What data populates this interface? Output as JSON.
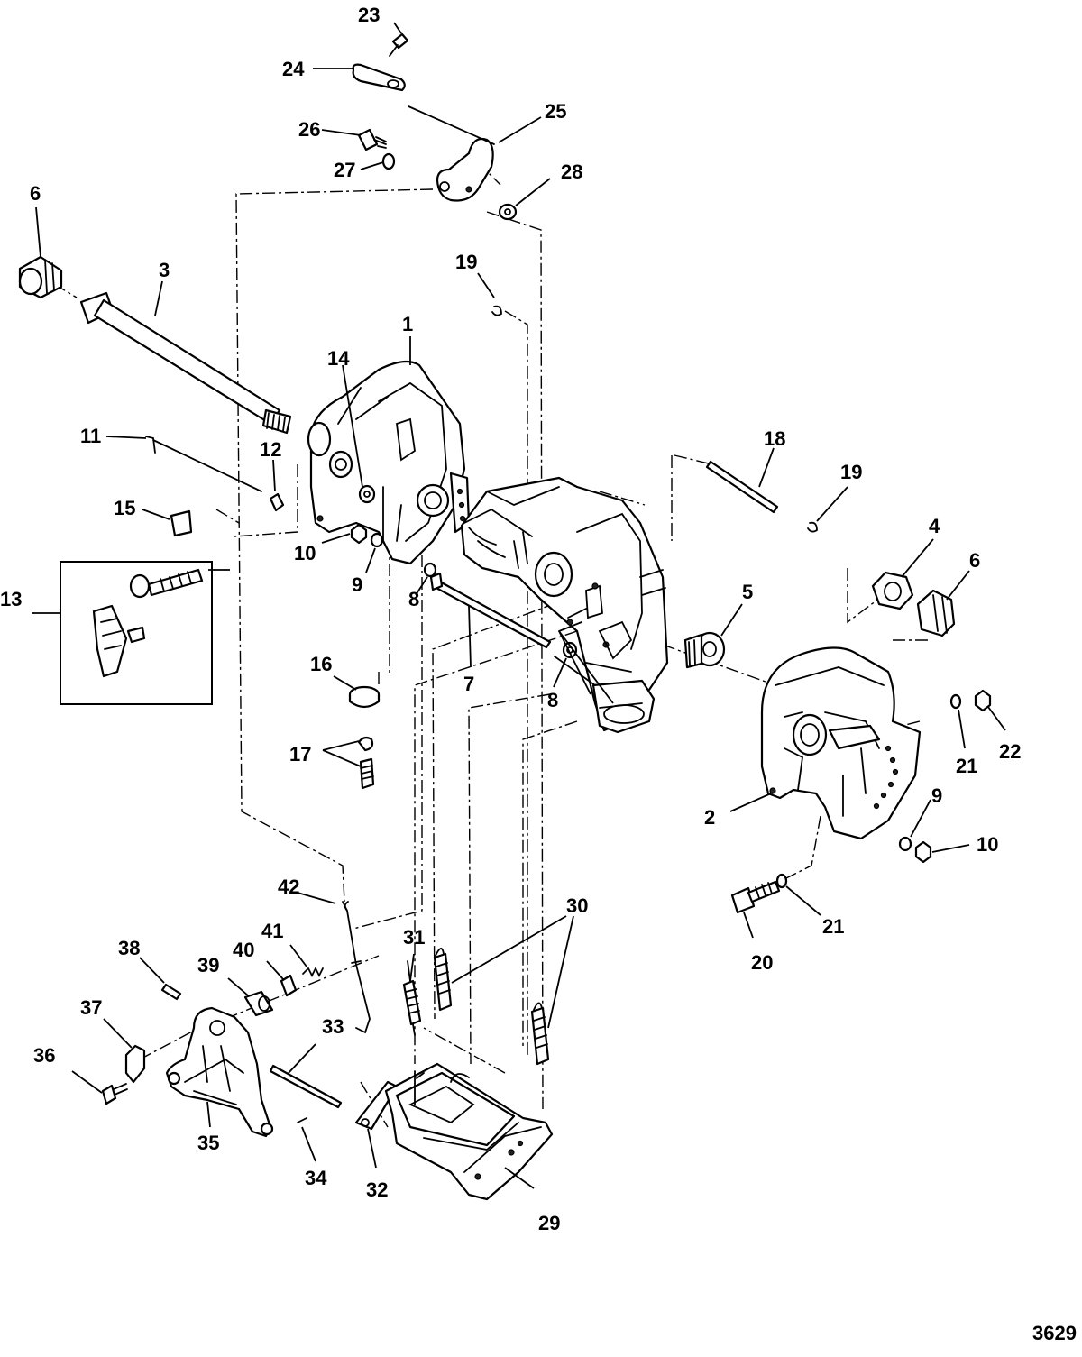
{
  "figure_number": "3629",
  "callouts": {
    "c1": "1",
    "c2": "2",
    "c3": "3",
    "c4": "4",
    "c5": "5",
    "c6a": "6",
    "c6b": "6",
    "c7": "7",
    "c8a": "8",
    "c8b": "8",
    "c9a": "9",
    "c9b": "9",
    "c10a": "10",
    "c10b": "10",
    "c11": "11",
    "c12": "12",
    "c13": "13",
    "c14": "14",
    "c15": "15",
    "c16": "16",
    "c17": "17",
    "c18": "18",
    "c19a": "19",
    "c19b": "19",
    "c20": "20",
    "c21a": "21",
    "c21b": "21",
    "c22": "22",
    "c23": "23",
    "c24": "24",
    "c25": "25",
    "c26": "26",
    "c27": "27",
    "c28": "28",
    "c29": "29",
    "c30": "30",
    "c31": "31",
    "c32": "32",
    "c33": "33",
    "c34": "34",
    "c35": "35",
    "c36": "36",
    "c37": "37",
    "c38": "38",
    "c39": "39",
    "c40": "40",
    "c41": "41",
    "c42": "42"
  }
}
